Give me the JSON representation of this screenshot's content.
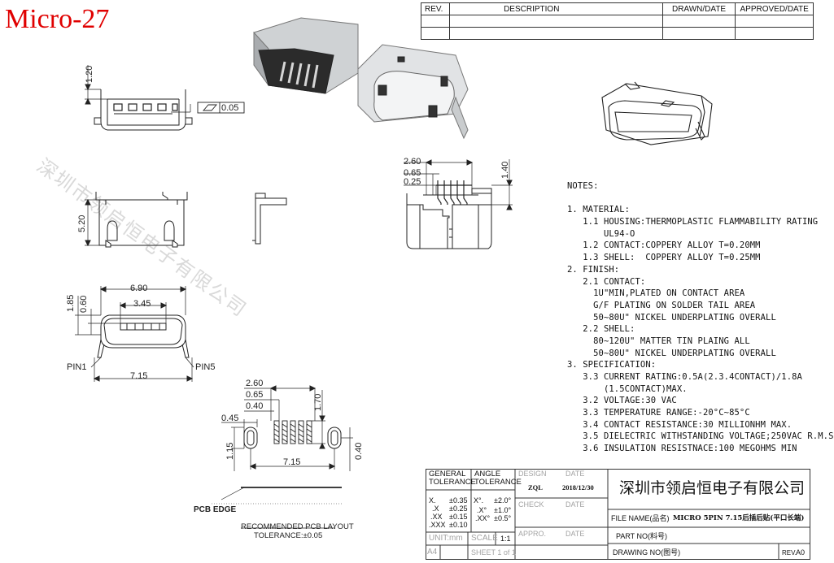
{
  "title": "Micro-27",
  "watermark": "深圳市领启恒电子有限公司",
  "revision_table": {
    "headers": [
      "REV.",
      "DESCRIPTION",
      "DRAWN/DATE",
      "APPROVED/DATE"
    ]
  },
  "dimensions": {
    "side_top_height": "1.20",
    "flatness": "0.05",
    "side_height": "5.20",
    "front_width": "6.90",
    "front_inner": "3.45",
    "front_h1": "1.85",
    "front_h2": "0.60",
    "front_bottom": "7.15",
    "pin1": "PIN1",
    "pin5": "PIN5",
    "rear_2_60": "2.60",
    "rear_0_65": "0.65",
    "rear_0_25": "0.25",
    "rear_1_40": "1.40",
    "pcb_2_60": "2.60",
    "pcb_0_65": "0.65",
    "pcb_0_40": "0.40",
    "pcb_1_70": "1.70",
    "pcb_0_45": "0.45",
    "pcb_1_15": "1.15",
    "pcb_7_15": "7.15",
    "pcb_0_40b": "0.40",
    "pcb_edge": "PCB EDGE",
    "layout_title": "RECOMMENDED PCB LAYOUT",
    "layout_tolerance": "TOLERANCE:±0.05"
  },
  "notes": [
    "NOTES:",
    "",
    "1. MATERIAL:",
    "   1.1 HOUSING:THERMOPLASTIC FLAMMABILITY RATING",
    "       UL94-O",
    "   1.2 CONTACT:COPPERY ALLOY T=0.20MM",
    "   1.3 SHELL:  COPPERY ALLOY T=0.25MM",
    "2. FINISH:",
    "   2.1 CONTACT:",
    "     1U\"MIN,PLATED ON CONTACT AREA",
    "     G/F PLATING ON SOLDER TAIL AREA",
    "     50~80U\" NICKEL UNDERPLATING OVERALL",
    "   2.2 SHELL:",
    "     80~120U\" MATTER TIN PLAING ALL",
    "     50~80U\" NICKEL UNDERPLATING OVERALL",
    "3. SPECIFICATION:",
    "   3.3 CURRENT RATING:0.5A(2.3.4CONTACT)/1.8A",
    "       (1.5CONTACT)MAX.",
    "   3.2 VOLTAGE:30 VAC",
    "   3.3 TEMPERATURE RANGE:-20°C~85°C",
    "   3.4 CONTACT RESISTANCE:30 MILLIONHM MAX.",
    "   3.5 DIELECTRIC WITHSTANDING VOLTAGE;250VAC R.M.S",
    "   3.6 INSULATION RESISTNACE:100 MEGOHMS MIN"
  ],
  "title_block": {
    "general_tolerance": "GENERAL TOLERANCE",
    "angle_tolerance": "ANGLE TOLERANCE",
    "tol_x": "X.",
    "tol_x_val": "±0.35",
    "tol_xx": ".X",
    "tol_xx_val": "±0.25",
    "tol_xxx": ".XX",
    "tol_xxx_val": "±0.15",
    "tol_xxxx": ".XXX",
    "tol_xxxx_val": "±0.10",
    "ang_x": "X°.",
    "ang_x_val": "±2.0°",
    "ang_xx": ".X°",
    "ang_xx_val": "±1.0°",
    "ang_xxx": ".XX°",
    "ang_xxx_val": "±0.5°",
    "design_label": "DESIGN",
    "design_val": "ZQL",
    "date_label": "DATE",
    "date_val": "2018/12/30",
    "check_label": "CHECK",
    "check_date_label": "DATE",
    "appro_label": "APPRO.",
    "appro_date_label": "DATE",
    "unit_label": "UNIT:mm",
    "scale_label": "SCALE",
    "scale_val": "1:1",
    "size_val": "A4",
    "sheet_label": "SHEET 1 of 1",
    "company": "深圳市领启恒电子有限公司",
    "file_name_label": "FILE NAME(品名)",
    "file_name_val": "MICRO 5PIN 7.15后插后贴(平口长端)",
    "part_no_label": "PART NO(料号)",
    "drawing_no_label": "DRAWING NO(图号)",
    "rev_label": "REV.",
    "rev_val": "A0"
  }
}
